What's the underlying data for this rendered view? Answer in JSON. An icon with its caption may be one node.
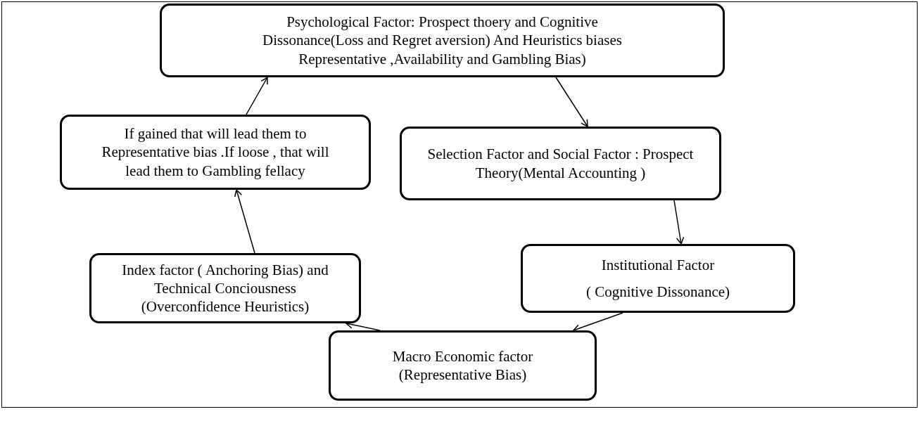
{
  "diagram": {
    "nodes": [
      {
        "text": [
          "Psychological Factor: Prospect thoery and Cognitive Dissonance(Loss and Regret aversion) And Heuristics biases Representative ,Availability and Gambling Bias)"
        ]
      },
      {
        "text": [
          "Selection Factor and Social Factor : Prospect Theory(Mental Accounting )"
        ]
      },
      {
        "text": [
          "Institutional Factor",
          "( Cognitive Dissonance)"
        ]
      },
      {
        "text": [
          "Macro Economic factor (Representative Bias)"
        ]
      },
      {
        "text": [
          "Index factor ( Anchoring Bias) and Technical Conciousness (Overconfidence Heuristics)"
        ]
      },
      {
        "text": [
          "If gained that will lead them to Representative bias .If loose , that will lead them to Gambling fellacy"
        ]
      }
    ],
    "edges": [
      {
        "from": 0,
        "to": 1,
        "arrow": "to"
      },
      {
        "from": 1,
        "to": 2,
        "arrow": "to"
      },
      {
        "from": 2,
        "to": 3,
        "arrow": "to"
      },
      {
        "from": 3,
        "to": 4,
        "arrow": "to"
      },
      {
        "from": 4,
        "to": 5,
        "arrow": "to"
      },
      {
        "from": 5,
        "to": 0,
        "arrow": "to"
      }
    ]
  }
}
